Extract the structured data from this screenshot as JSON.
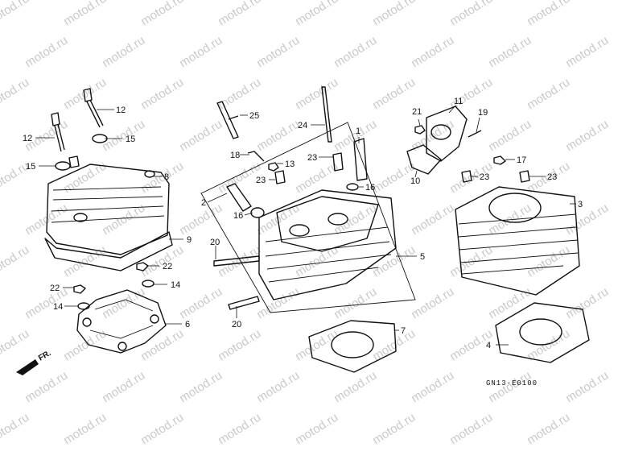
{
  "watermark": "motod.ru",
  "diagram_code": "GN13-E0100",
  "direction_label": "FR.",
  "callouts": [
    "1",
    "2",
    "3",
    "4",
    "5",
    "6",
    "7",
    "8",
    "9",
    "10",
    "11",
    "12",
    "13",
    "14",
    "15",
    "16",
    "17",
    "18",
    "19",
    "20",
    "21",
    "22",
    "23",
    "24",
    "25"
  ]
}
